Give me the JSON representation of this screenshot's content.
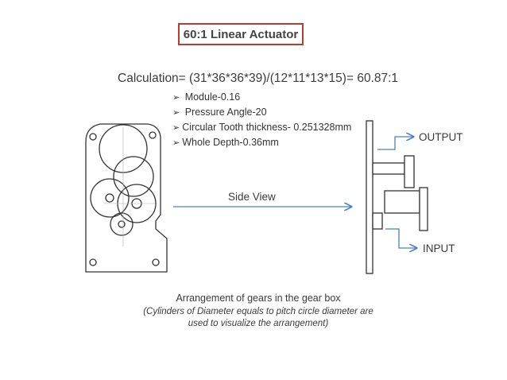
{
  "title": "60:1 Linear Actuator",
  "calculation": "Calculation= (31*36*36*39)/(12*11*13*15)= 60.87:1",
  "specs": [
    {
      "bullet": "➢",
      "text": " Module-0.16"
    },
    {
      "bullet": "➢",
      "text": " Pressure Angle-20"
    },
    {
      "bullet": "➢",
      "text": "Circular Tooth thickness- 0.251328mm"
    },
    {
      "bullet": "➢",
      "text": "Whole Depth-0.36mm"
    }
  ],
  "side_view_label": "Side View",
  "output_label": "OUTPUT",
  "input_label": "INPUT",
  "caption": {
    "main": "Arrangement of gears in the gear box",
    "sub_line1": "(Cylinders of Diameter equals to pitch circle diameter are",
    "sub_line2": "used to visualize the arrangement)"
  },
  "colors": {
    "title_border": "#c0392b",
    "arrow": "#4a7fc1",
    "outline": "#333333"
  }
}
